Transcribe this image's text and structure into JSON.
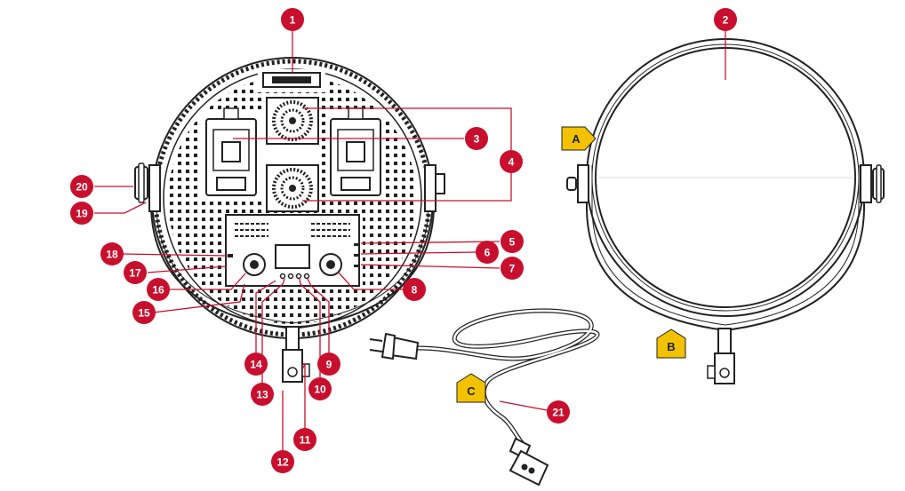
{
  "colors": {
    "callout_fill": "#c8102e",
    "leader_line": "#c8102e",
    "marker_fill": "#f2c200",
    "drawing_stroke": "#222222"
  },
  "callouts": [
    {
      "num": "1"
    },
    {
      "num": "2"
    },
    {
      "num": "3"
    },
    {
      "num": "4"
    },
    {
      "num": "5"
    },
    {
      "num": "6"
    },
    {
      "num": "7"
    },
    {
      "num": "8"
    },
    {
      "num": "9"
    },
    {
      "num": "10"
    },
    {
      "num": "11"
    },
    {
      "num": "12"
    },
    {
      "num": "13"
    },
    {
      "num": "14"
    },
    {
      "num": "15"
    },
    {
      "num": "16"
    },
    {
      "num": "17"
    },
    {
      "num": "18"
    },
    {
      "num": "19"
    },
    {
      "num": "20"
    },
    {
      "num": "21"
    }
  ],
  "markers": [
    {
      "letter": "A"
    },
    {
      "letter": "B"
    },
    {
      "letter": "C"
    }
  ],
  "icons": [
    "rear-panel-icon",
    "front-panel-icon",
    "power-cable-icon"
  ]
}
